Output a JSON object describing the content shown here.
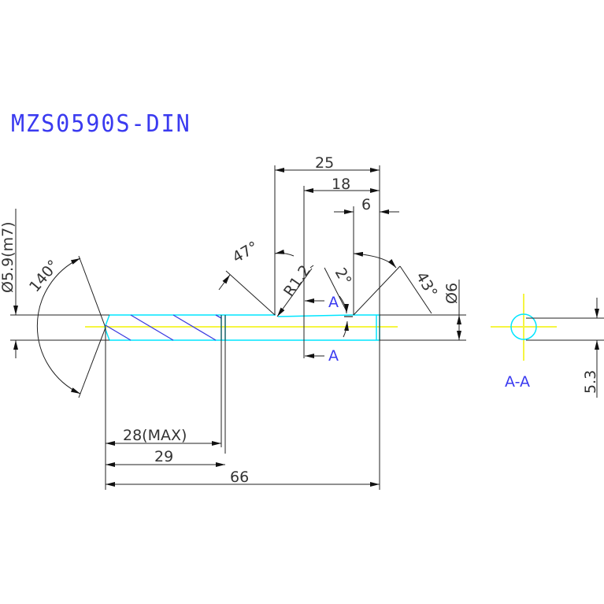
{
  "drawing": {
    "title": "MZS0590S-DIN",
    "colors": {
      "dimension": "#222222",
      "outline": "#00e5ff",
      "centerline": "#ffff33",
      "hatch": "#3333dd",
      "label": "#3a3af0"
    },
    "dimensions": {
      "overall_length": "66",
      "body_29": "29",
      "flute_max": "28(MAX)",
      "len_25": "25",
      "len_18": "18",
      "len_6": "6",
      "tip_angle": "140°",
      "angle_47": "47°",
      "angle_43": "43°",
      "angle_2": "2°",
      "radius": "R1.2",
      "dia_shank": "Ø5.9(m7)",
      "dia_6": "Ø6",
      "flat_53": "5.3"
    },
    "section": {
      "marker_top": "A",
      "marker_bottom": "A",
      "view_label": "A-A"
    }
  }
}
